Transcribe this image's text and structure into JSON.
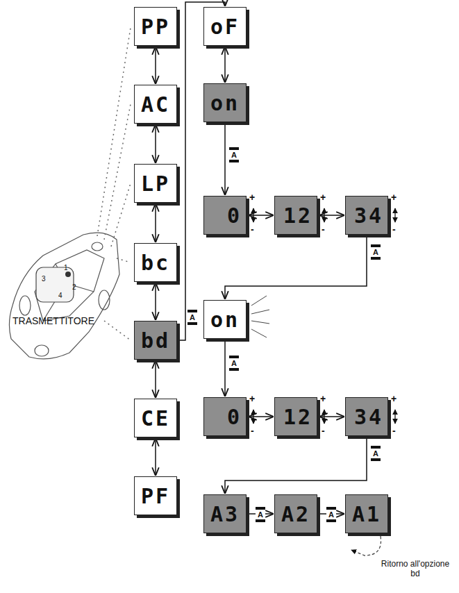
{
  "diagram": {
    "nodes": [
      {
        "text": [
          "PP"
        ]
      },
      {
        "text": [
          "AC"
        ]
      },
      {
        "text": [
          "LP"
        ]
      },
      {
        "text": [
          "bc"
        ]
      },
      {
        "text": [
          "bd"
        ]
      },
      {
        "text": [
          "CE"
        ]
      },
      {
        "text": [
          "PF"
        ]
      },
      {
        "text": [
          "oF"
        ]
      },
      {
        "text": [
          "on"
        ]
      },
      {
        "text": [
          "0"
        ]
      },
      {
        "text": [
          "12"
        ]
      },
      {
        "text": [
          "34"
        ]
      },
      {
        "text": [
          "on"
        ]
      },
      {
        "text": [
          "0"
        ]
      },
      {
        "text": [
          "12"
        ]
      },
      {
        "text": [
          "34"
        ]
      },
      {
        "text": [
          "A3"
        ]
      },
      {
        "text": [
          "A2"
        ]
      },
      {
        "text": [
          "A1"
        ]
      }
    ],
    "edges": [
      {
        "from": 0,
        "to": 1,
        "arrow": "both"
      },
      {
        "from": 1,
        "to": 2,
        "arrow": "both"
      },
      {
        "from": 2,
        "to": 3,
        "arrow": "both"
      },
      {
        "from": 3,
        "to": 4,
        "arrow": "both"
      },
      {
        "from": 4,
        "to": 5,
        "arrow": "both"
      },
      {
        "from": 5,
        "to": 6,
        "arrow": "both"
      },
      {
        "from": 4,
        "to": 7,
        "label": "A",
        "arrow": "to"
      },
      {
        "from": 7,
        "to": 8,
        "arrow": "both"
      },
      {
        "from": 8,
        "to": 9,
        "label": "A",
        "arrow": "to"
      },
      {
        "from": 9,
        "to": 10,
        "arrow": "both"
      },
      {
        "from": 10,
        "to": 11,
        "arrow": "both"
      },
      {
        "from": 11,
        "to": 12,
        "label": "A",
        "arrow": "to"
      },
      {
        "from": 12,
        "to": 13,
        "label": "A",
        "arrow": "to"
      },
      {
        "from": 13,
        "to": 14,
        "arrow": "both"
      },
      {
        "from": 14,
        "to": 15,
        "arrow": "both"
      },
      {
        "from": 15,
        "to": 16,
        "label": "A",
        "arrow": "to"
      },
      {
        "from": 16,
        "to": 17,
        "label": "A",
        "arrow": "to"
      },
      {
        "from": 17,
        "to": 18,
        "label": "A",
        "arrow": "to"
      }
    ],
    "labels": [
      "TRASMETTITORE",
      "1",
      "2",
      "3",
      "4",
      "+",
      "-",
      "+",
      "-",
      "+",
      "-",
      "+",
      "-",
      "+",
      "-",
      "+",
      "-",
      "Ritorno all'opzione bd"
    ]
  }
}
